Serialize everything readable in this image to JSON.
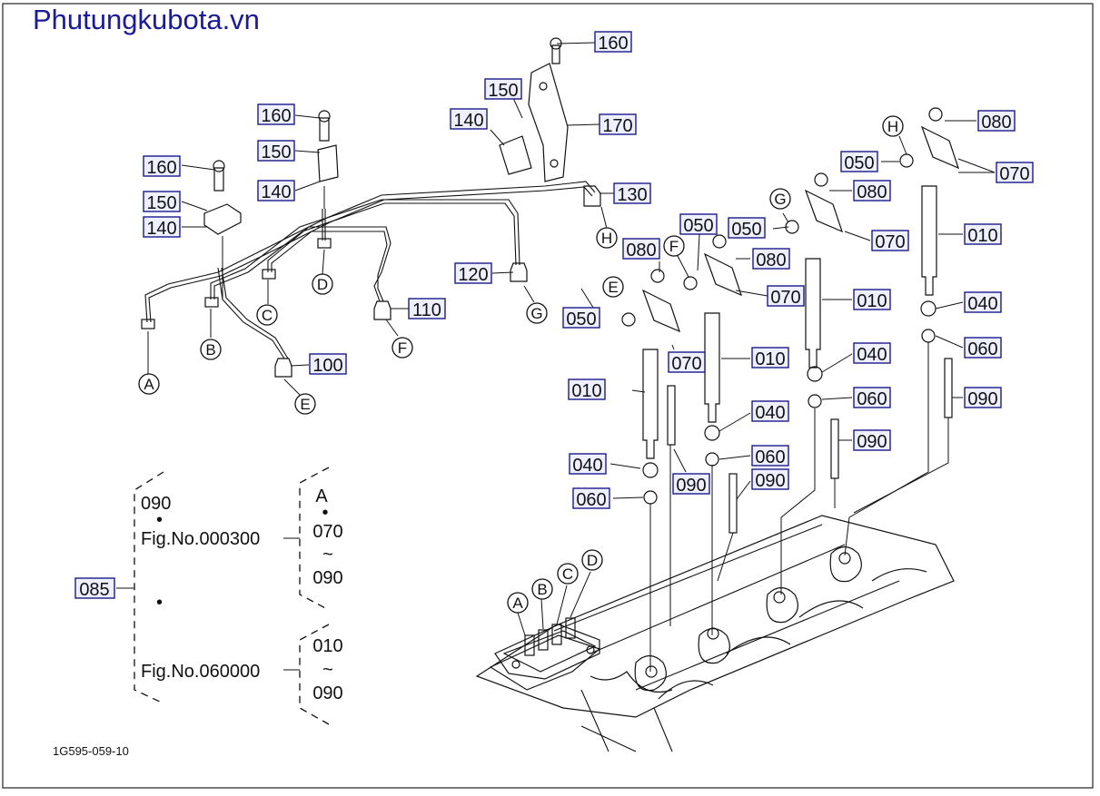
{
  "watermark": "Phutungkubota.vn",
  "diagram_code": "1G595-059-10",
  "part_tags": {
    "t160a": "160",
    "t150a": "150",
    "t140a": "140",
    "t170": "170",
    "t160b": "160",
    "t150b": "150",
    "t140b": "140",
    "t160c": "160",
    "t150c": "150",
    "t140c": "140",
    "t130": "130",
    "t120": "120",
    "t110": "110",
    "t100": "100",
    "t080a": "080",
    "t070a": "070",
    "t050a": "050",
    "t010a": "010",
    "t040a": "040",
    "t060a": "060",
    "t090a": "090",
    "t080b": "080",
    "t070b": "070",
    "t050b": "050",
    "t010b": "010",
    "t040b": "040",
    "t060b": "060",
    "t090b": "090",
    "t080c": "080",
    "t070c": "070",
    "t050c": "050",
    "t010c": "010",
    "t040c": "040",
    "t060c": "060",
    "t090c": "090",
    "t080d": "080",
    "t070d": "070",
    "t050d": "050",
    "t010d": "010",
    "t040d": "040",
    "t060d": "060",
    "t090d": "090",
    "t085": "085"
  },
  "callout_letters": {
    "A1": "A",
    "B1": "B",
    "C1": "C",
    "D1": "D",
    "E1": "E",
    "F1": "F",
    "G1": "G",
    "H1": "H",
    "E2": "E",
    "F2": "F",
    "G2": "G",
    "H2": "H",
    "A3": "A",
    "B3": "B",
    "C3": "C",
    "D3": "D"
  },
  "reference": {
    "part_090": "090",
    "fig_1": "Fig.No.000300",
    "label_A": "A",
    "range1_start": "070",
    "range1_end": "090",
    "fig_2": "Fig.No.060000",
    "range2_start": "010",
    "range2_end": "090",
    "tilde": "~",
    "dot": "•"
  }
}
